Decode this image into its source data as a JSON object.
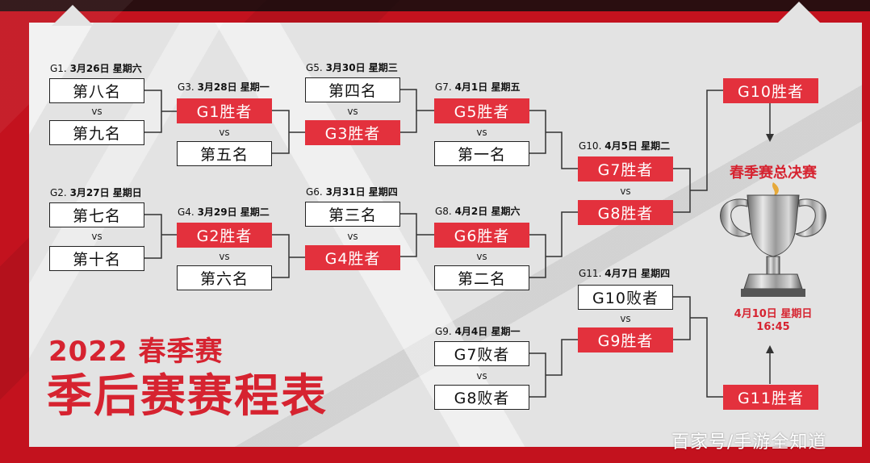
{
  "title": {
    "line1": "2022 春季赛",
    "line2": "季后赛赛程表"
  },
  "final": {
    "title": "春季赛总决赛",
    "date": "4月10日 星期日",
    "time": "16:45",
    "top_team": "G10胜者",
    "bottom_team": "G11胜者"
  },
  "games": {
    "g1": {
      "id": "G1.",
      "date": "3月26日 星期六",
      "team1": "第八名",
      "team2": "第九名"
    },
    "g2": {
      "id": "G2.",
      "date": "3月27日 星期日",
      "team1": "第七名",
      "team2": "第十名"
    },
    "g3": {
      "id": "G3.",
      "date": "3月28日 星期一",
      "team1": "G1胜者",
      "team2": "第五名"
    },
    "g4": {
      "id": "G4.",
      "date": "3月29日 星期二",
      "team1": "G2胜者",
      "team2": "第六名"
    },
    "g5": {
      "id": "G5.",
      "date": "3月30日 星期三",
      "team1": "第四名",
      "team2": "G3胜者"
    },
    "g6": {
      "id": "G6.",
      "date": "3月31日 星期四",
      "team1": "第三名",
      "team2": "G4胜者"
    },
    "g7": {
      "id": "G7.",
      "date": "4月1日 星期五",
      "team1": "G5胜者",
      "team2": "第一名"
    },
    "g8": {
      "id": "G8.",
      "date": "4月2日 星期六",
      "team1": "G6胜者",
      "team2": "第二名"
    },
    "g9": {
      "id": "G9.",
      "date": "4月4日 星期一",
      "team1": "G7败者",
      "team2": "G8败者"
    },
    "g10": {
      "id": "G10.",
      "date": "4月5日 星期二",
      "team1": "G7胜者",
      "team2": "G8胜者"
    },
    "g11": {
      "id": "G11.",
      "date": "4月7日 星期四",
      "team1": "G10败者",
      "team2": "G9胜者"
    }
  },
  "vs": "vs",
  "watermark": "百家号/手游全知道",
  "colors": {
    "accent_red": "#e3313d",
    "title_red": "#d62330",
    "panel": "#e3e3e3",
    "frame": "#c3121e"
  },
  "icons": {
    "trophy": "trophy-icon",
    "arrow_down": "arrow-down-icon",
    "arrow_up": "arrow-up-icon"
  }
}
